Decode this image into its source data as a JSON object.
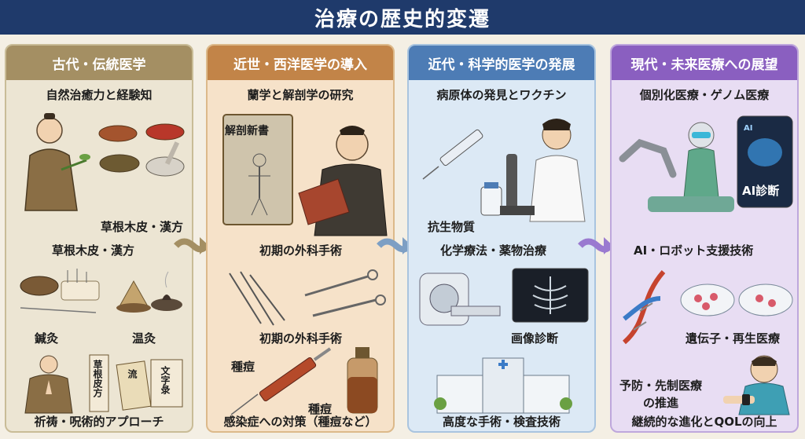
{
  "title": "治療の歴史的変遷",
  "columns": [
    {
      "header": "古代・伝統医学",
      "labels": [
        "自然治癒力と経験知",
        "草根木皮・漢方",
        "草根木皮・漢方",
        "鍼灸",
        "温灸",
        "祈祷・呪術的アプローチ"
      ],
      "scroll_text": [
        "草根皮方",
        "流",
        "文字彔"
      ]
    },
    {
      "header": "近世・西洋医学の導入",
      "labels": [
        "蘭学と解剖学の研究",
        "初期の外科手術",
        "初期の外科手術",
        "種痘",
        "種痘",
        "感染症への対策（種痘など）"
      ],
      "book_title": "解剖新書"
    },
    {
      "header": "近代・科学的医学の発展",
      "labels": [
        "病原体の発見とワクチン",
        "抗生物質",
        "化学療法・薬物治療",
        "画像診断",
        "高度な手術・検査技術"
      ]
    },
    {
      "header": "現代・未来医療への展望",
      "labels": [
        "個別化医療・ゲノム医療",
        "AI・ロボット支援技術",
        "遺伝子・再生医療",
        "予防・先制医療",
        "の推進",
        "継続的な進化とQOLの向上"
      ],
      "tablet_text": [
        "AI",
        "AI診断"
      ]
    }
  ],
  "colors": {
    "title_bg": "#1f3a6b",
    "col1": "#a48f63",
    "col2": "#c28448",
    "col3": "#4d7cb5",
    "col4": "#8a5fc0"
  }
}
